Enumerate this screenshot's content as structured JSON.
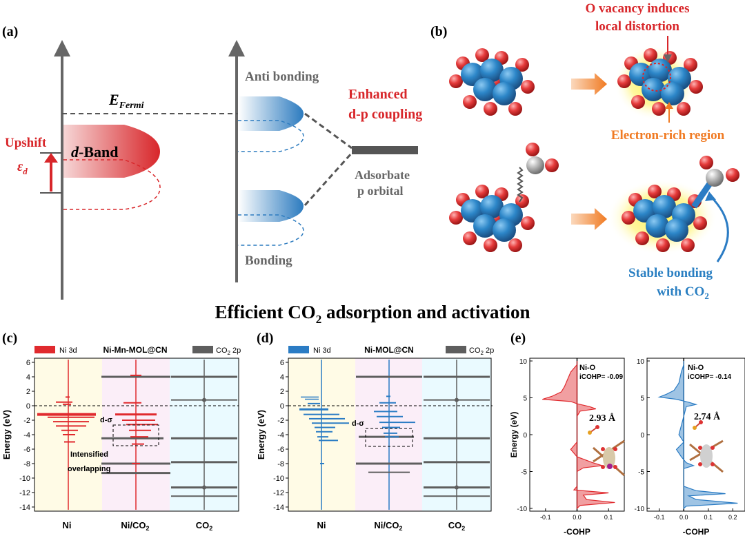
{
  "title": {
    "main": "Efficient CO",
    "sub": "2",
    "rest": " adsorption and activation"
  },
  "panel_a": {
    "label": "(a)",
    "efermi_main": "E",
    "efermi_sub": "Fermi",
    "upshift": "Upshift",
    "eps_main": "ε",
    "eps_sub": "d",
    "dband_italic": "d",
    "dband_rest": "-Band",
    "antibonding": "Anti bonding",
    "bonding": "Bonding",
    "enhanced_1": "Enhanced",
    "enhanced_2": "d-p coupling",
    "adsorbate_1": "Adsorbate",
    "adsorbate_2": "p orbital"
  },
  "panel_b": {
    "label": "(b)",
    "vacancy_1": "O vacancy induces",
    "vacancy_2": "local distortion",
    "electron_rich": "Electron-rich region",
    "stable_1": "Stable bonding",
    "stable_2_main": "with CO",
    "stable_2_sub": "2"
  },
  "panel_c": {
    "label": "(c)",
    "legend_left": "Ni 3d",
    "legend_mid": "Ni-Mn-MOL@CN",
    "legend_right_main": "CO",
    "legend_right_sub": "2",
    "legend_right_rest": " 2p",
    "ylabel": "Energy (eV)",
    "ticks": [
      "6",
      "4",
      "2",
      "0",
      "-2",
      "-4",
      "-6",
      "-8",
      "-10",
      "-12",
      "-14"
    ],
    "x_labels": [
      "Ni",
      "Ni/CO",
      "CO"
    ],
    "x_sub": "2",
    "ann_dsigma": "d-σ",
    "ann_1": "Intensified",
    "ann_2": "overlapping"
  },
  "panel_d": {
    "label": "(d)",
    "legend_left": "Ni 3d",
    "legend_mid": "Ni-MOL@CN",
    "legend_right_main": "CO",
    "legend_right_sub": "2",
    "legend_right_rest": " 2p",
    "ylabel": "Energy (eV)",
    "ticks": [
      "6",
      "4",
      "2",
      "0",
      "-2",
      "-4",
      "-6",
      "-8",
      "-10",
      "-12",
      "-14"
    ],
    "x_labels": [
      "Ni",
      "Ni/CO",
      "CO"
    ],
    "x_sub": "2",
    "ann_dsigma": "d-σ"
  },
  "panel_e": {
    "label": "(e)",
    "ylabel": "Energy (eV)",
    "yticks": [
      "10",
      "5",
      "0",
      "-5",
      "-10"
    ],
    "xlabel": "-COHP",
    "left": {
      "bond": "Ni-O",
      "icohp": "iCOHP= -0.09",
      "dist": "2.93 Å",
      "xticks": [
        "-0.1",
        "0.0",
        "0.1"
      ]
    },
    "right": {
      "bond": "Ni-O",
      "icohp": "iCOHP= -0.14",
      "dist": "2.74 Å",
      "xticks": [
        "-0.1",
        "0.0",
        "0.1",
        "0.2"
      ]
    }
  },
  "colors": {
    "red": "#e02a2e",
    "blue": "#2b7cc4",
    "gray": "#5e5e5e",
    "orange": "#f07a22",
    "text_red": "#d8262a",
    "text_blue": "#2a7fc2"
  }
}
